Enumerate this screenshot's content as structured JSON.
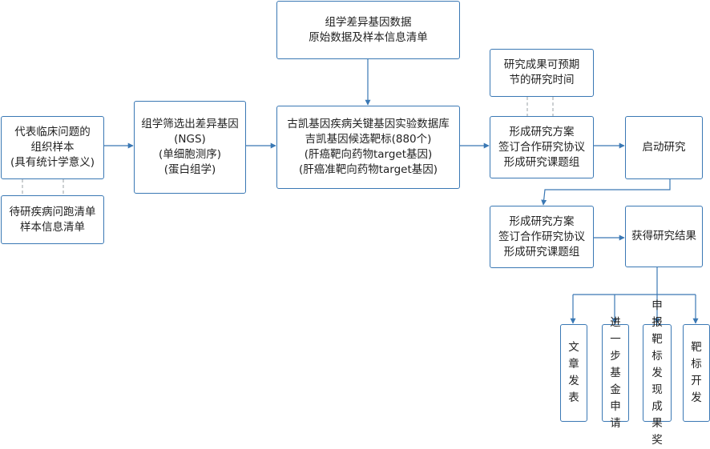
{
  "nodes": {
    "n_data": {
      "lines": [
        "组学差异基因数据",
        "原始数据及样本信息清单"
      ]
    },
    "n_tissue": {
      "lines": [
        "代表临床问题的",
        "组织样本",
        "(具有统计学意义)"
      ]
    },
    "n_pending": {
      "lines": [
        "待研疾病问跑清单",
        "样本信息清单"
      ]
    },
    "n_screen": {
      "lines": [
        "组学筛选出差异基因",
        "(NGS)",
        "(单细胞测序)",
        "(蛋白组学)"
      ]
    },
    "n_db": {
      "lines": [
        "古凯基因疾病关键基因实验数据库",
        "吉凯基因候选靶标(880个)",
        "(肝癌靶向药物target基因)",
        "(肝癌准靶向药物target基因)"
      ]
    },
    "n_expect": {
      "lines": [
        "研究成果可预期",
        "节的研究时间"
      ]
    },
    "n_plan1": {
      "lines": [
        "形成研究方案",
        "签订合作研究协议",
        "形成研究课题组"
      ]
    },
    "n_start": {
      "lines": [
        "启动研究"
      ]
    },
    "n_plan2": {
      "lines": [
        "形成研究方案",
        "签订合作研究协议",
        "形成研究课题组"
      ]
    },
    "n_result": {
      "lines": [
        "获得研究结果"
      ]
    },
    "n_article": {
      "lines": [
        "文章发表"
      ]
    },
    "n_fund": {
      "lines": [
        "进一步基金申请"
      ]
    },
    "n_award": {
      "lines": [
        "申报靶标发现成果奖"
      ]
    },
    "n_target": {
      "lines": [
        "靶标开发"
      ]
    }
  },
  "colors": {
    "border": "#3a78b4",
    "arrow": "#3a78b4",
    "dashed": "#9aa0a6",
    "text": "#222222"
  }
}
